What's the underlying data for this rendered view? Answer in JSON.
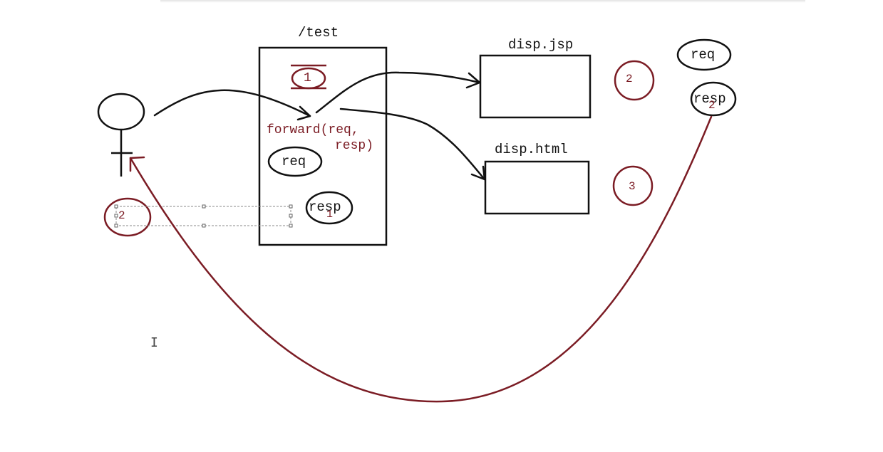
{
  "colors": {
    "ink": "#111111",
    "accent": "#7b1c24",
    "selection": "#888888"
  },
  "servlet": {
    "label": "/test",
    "step_1": "1"
  },
  "forward_call": {
    "line1": "forward(req,",
    "line2": "resp)"
  },
  "servlet_objects": {
    "req": "req",
    "resp": "resp",
    "resp_overlay_digit": "1"
  },
  "user": {
    "icon": "stick-figure-icon",
    "step_label": "2"
  },
  "targets": [
    {
      "label": "disp.jsp",
      "step": "2"
    },
    {
      "label": "disp.html",
      "step": "3"
    }
  ],
  "right_objects": {
    "req": "req",
    "resp": "resp",
    "resp_overlay_digit": "2"
  },
  "cursor": "text-cursor-icon"
}
